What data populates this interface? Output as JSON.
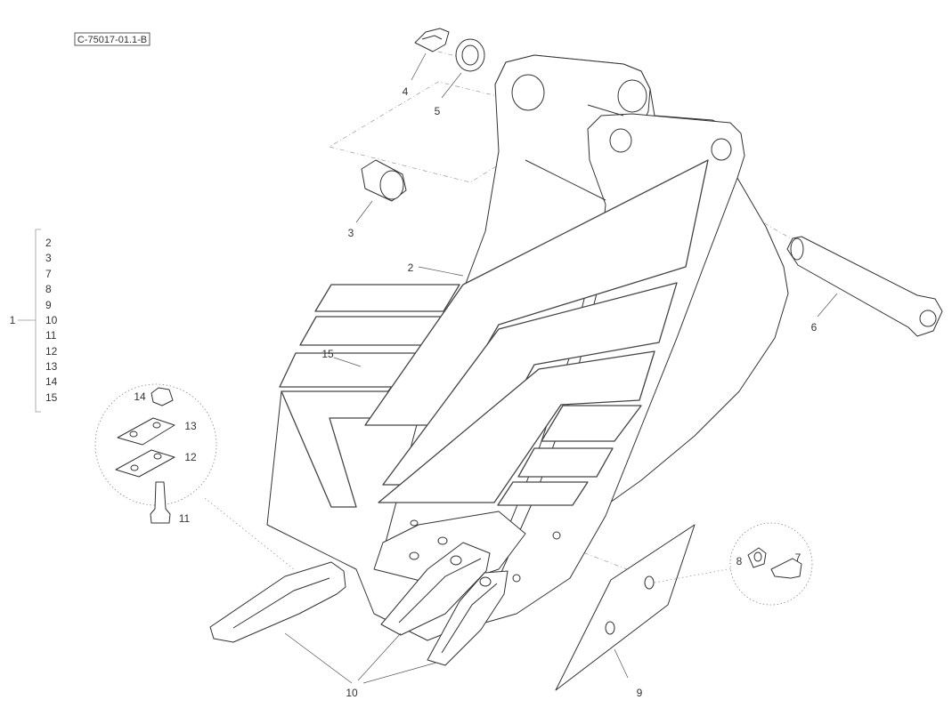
{
  "drawing_ref": "C-75017-01.1-B",
  "callouts": {
    "c1": "1",
    "c2": "2",
    "c3": "3",
    "c4": "4",
    "c5": "5",
    "c6": "6",
    "c7": "7",
    "c8": "8",
    "c9": "9",
    "c10": "10",
    "c11": "11",
    "c12": "12",
    "c13": "13",
    "c14": "14",
    "c15": "15"
  },
  "assembly_list": [
    "2",
    "3",
    "7",
    "8",
    "9",
    "10",
    "11",
    "12",
    "13",
    "14",
    "15"
  ],
  "colors": {
    "line": "#333333",
    "leader": "#555555",
    "hidden": "#999999",
    "background": "#ffffff"
  }
}
